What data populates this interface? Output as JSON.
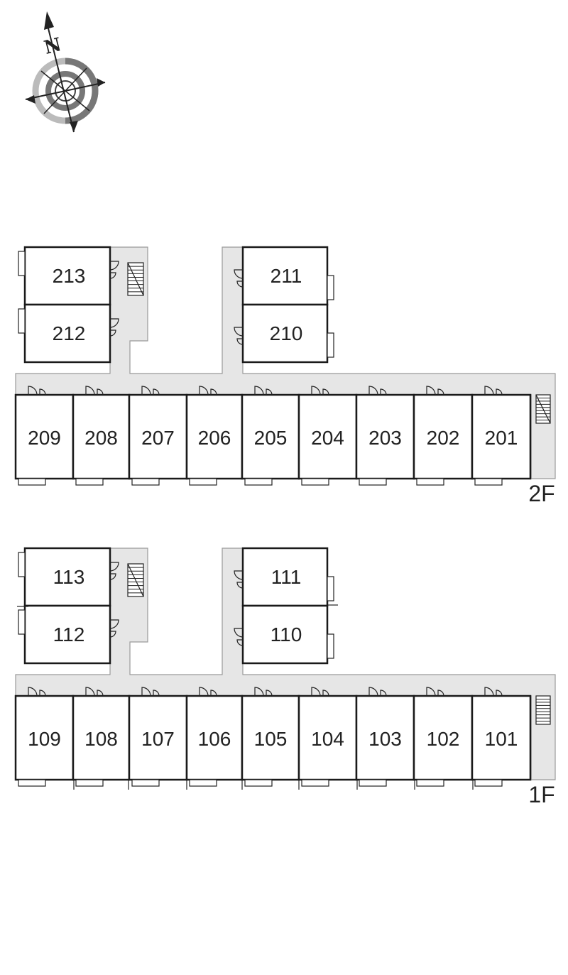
{
  "compass": {
    "north_label": "N"
  },
  "floors": [
    {
      "id": "2F",
      "label": "2F",
      "upper_left_units": [
        "213",
        "212"
      ],
      "upper_right_units": [
        "211",
        "210"
      ],
      "main_row_units": [
        "209",
        "208",
        "207",
        "206",
        "205",
        "204",
        "203",
        "202",
        "201"
      ]
    },
    {
      "id": "1F",
      "label": "1F",
      "upper_left_units": [
        "113",
        "112"
      ],
      "upper_right_units": [
        "111",
        "110"
      ],
      "main_row_units": [
        "109",
        "108",
        "107",
        "106",
        "105",
        "104",
        "103",
        "102",
        "101"
      ]
    }
  ],
  "colors": {
    "corridor": "#e6e6e6",
    "wall": "#1a1a1a",
    "corridor_edge": "#9a9a9a",
    "compass_ring_dark": "#777777",
    "compass_ring_light": "#bbbbbb"
  }
}
